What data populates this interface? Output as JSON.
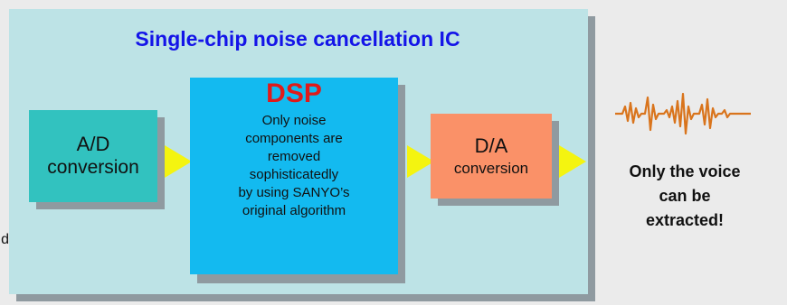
{
  "ic": {
    "title": "Single-chip noise cancellation IC"
  },
  "ad_block": {
    "line1": "A/D",
    "line2": "conversion"
  },
  "dsp_block": {
    "heading": "DSP",
    "text": "Only noise\ncomponents are\nremoved\nsophisticatedly\nby using SANYO’s\noriginal algorithm"
  },
  "da_block": {
    "line1": "D/A",
    "line2": "conversion"
  },
  "output": {
    "text": "Only the voice\ncan be\nextracted!",
    "wave_icon": "voice-waveform-icon"
  },
  "edge_fragment": "d",
  "colors": {
    "background": "#ebebeb",
    "panel": "#bde3e6",
    "title": "#1414e8",
    "ad": "#32c2bf",
    "dsp": "#13baf0",
    "dsp_heading": "#e01a1a",
    "da": "#fa9168",
    "arrow": "#f4f410",
    "waveform": "#d9741c"
  }
}
